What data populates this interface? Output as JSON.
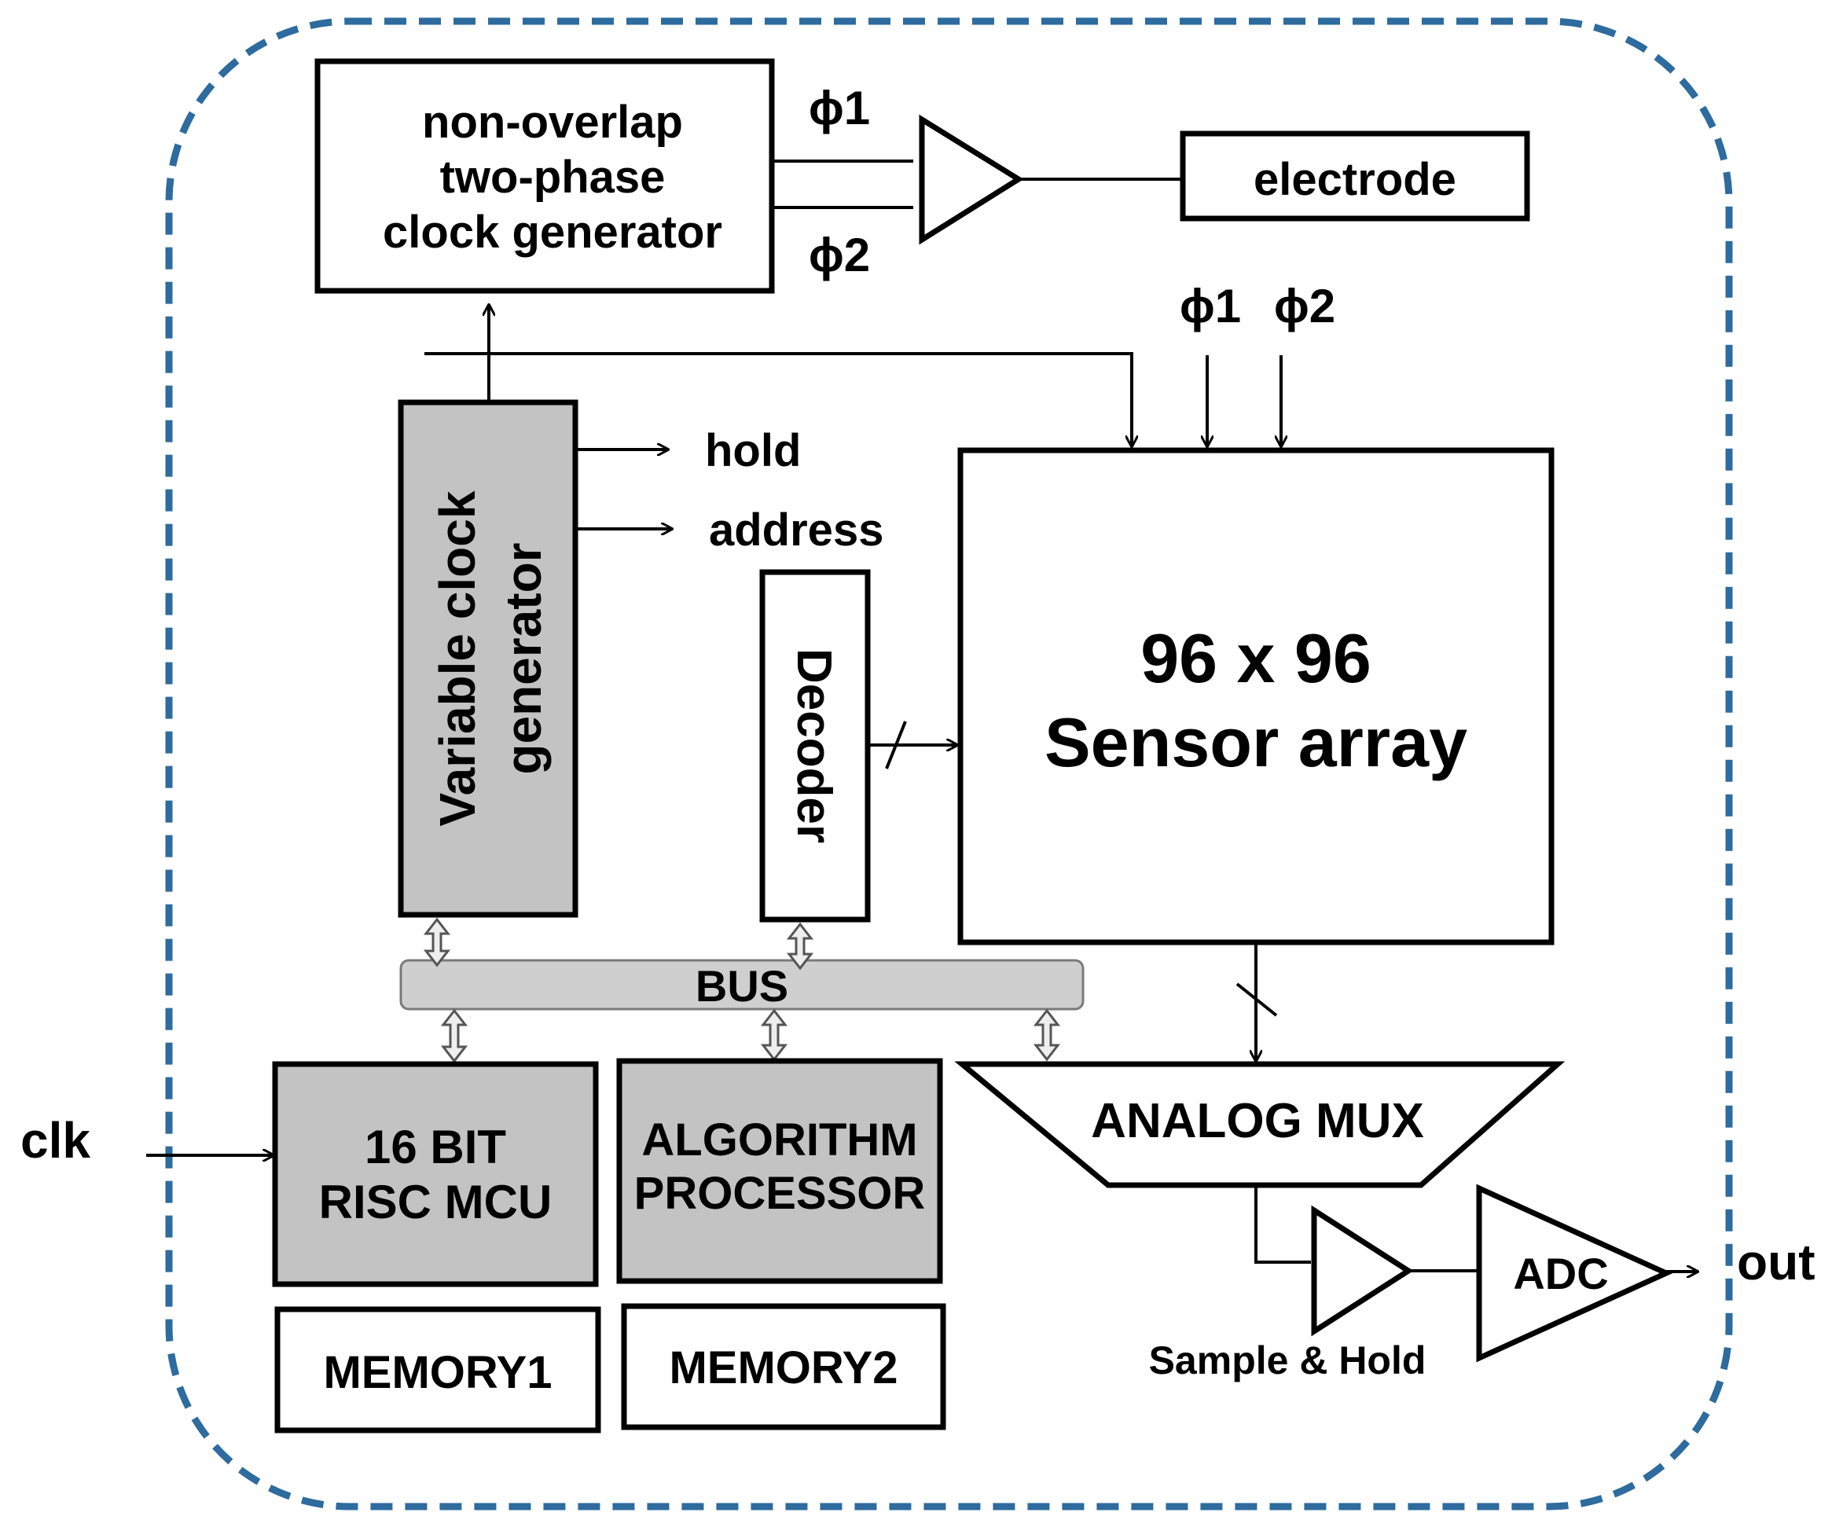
{
  "blocks": {
    "clock_gen_line1": "non-overlap",
    "clock_gen_line2": "two-phase",
    "clock_gen_line3": "clock generator",
    "electrode": "electrode",
    "variable_clock_line1": "Variable clock",
    "variable_clock_line2": "generator",
    "decoder": "Decoder",
    "sensor_line1": "96 x 96",
    "sensor_line2": "Sensor array",
    "bus": "BUS",
    "mcu_line1": "16 BIT",
    "mcu_line2": "RISC MCU",
    "algo_line1": "ALGORITHM",
    "algo_line2": "PROCESSOR",
    "memory1": "MEMORY1",
    "memory2": "MEMORY2",
    "mux": "ANALOG MUX",
    "adc": "ADC",
    "sample_hold": "Sample & Hold"
  },
  "signals": {
    "phi1": "ϕ1",
    "phi2": "ϕ2",
    "hold": "hold",
    "address": "address",
    "clk": "clk",
    "out": "out"
  },
  "colors": {
    "chip_border": "#2e6b9e",
    "gray_block": "#c3c3c3",
    "bus_fill": "#cfcfcf"
  }
}
